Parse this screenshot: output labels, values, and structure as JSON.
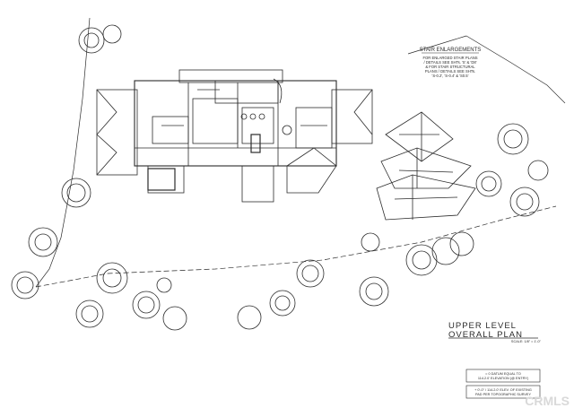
{
  "stair_note": {
    "heading": "STAIR ENLARGEMENTS",
    "lines": [
      "FOR ENLARGED STAIR PLANS",
      "/ DETAILS SEE SHTs. 'S' & 'D8'",
      "& FOR STAIR STRUCTURAL",
      "PLANS / DETAILS SEE SHTs.",
      "'S-0.2', 'S-0.4' & 'S0.5'"
    ]
  },
  "plan_title": {
    "line1": "UPPER LEVEL",
    "line2": "OVERALL PLAN",
    "scale": "SCALE: 1/8\" = 1'-0\""
  },
  "datum_box": {
    "line1": "= 0 DATUM EQUAL TO",
    "line2": "114.2.0' ELEVATION (@ ENTRY)"
  },
  "survey_box": {
    "line1": "+ 0'-0\" / 114.2.0' ELEV. OF EXISTING",
    "line2": "PAD PER TOPOGRAPHIC SURVEY"
  },
  "watermark": "CRMLS",
  "colors": {
    "ink": "#2b2b2b",
    "paper": "#ffffff",
    "watermark": "#d9d9d9"
  }
}
